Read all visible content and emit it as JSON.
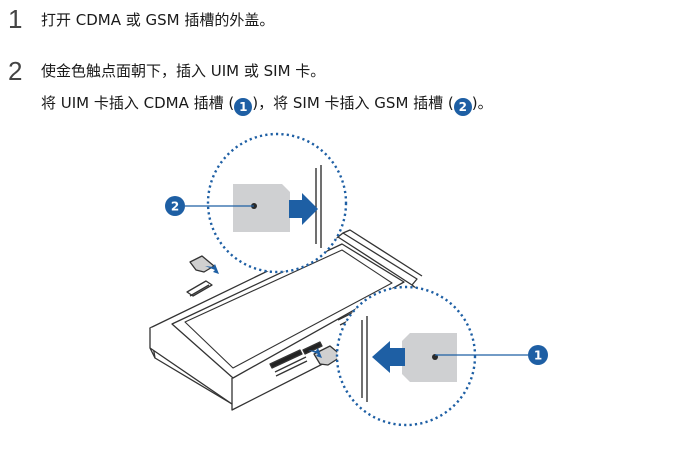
{
  "steps": [
    {
      "number": "1",
      "text": "打开 CDMA 或 GSM 插槽的外盖。"
    },
    {
      "number": "2",
      "text": "使金色触点面朝下，插入 UIM 或 SIM 卡。",
      "line2_a": "将 UIM 卡插入 CDMA 插槽 (",
      "line2_b": ")，将 SIM 卡插入 GSM 插槽 (",
      "line2_c": ")。"
    }
  ],
  "callouts": {
    "one": "1",
    "two": "2"
  },
  "colors": {
    "accent_blue": "#1e5fa4",
    "card_gray": "#cfd0d2",
    "line_gray": "#333333"
  }
}
